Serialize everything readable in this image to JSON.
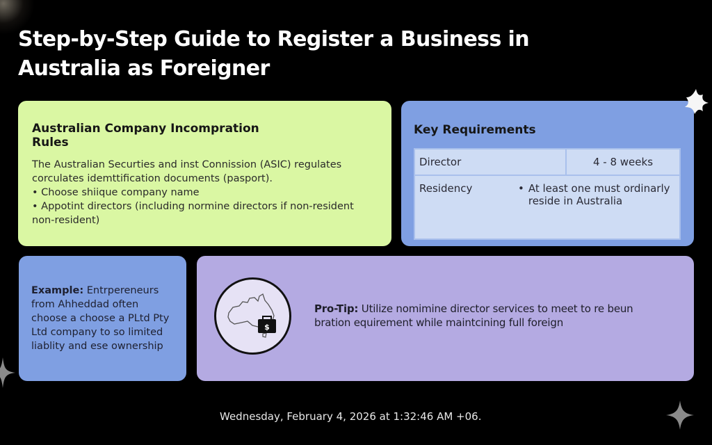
{
  "title": "Step-by-Step Guide to Register a Business in Australia as Foreigner",
  "rules_card": {
    "heading": "Australian Company Incompration Rules",
    "intro": "The Australian Securties and inst Connission (ASIC) regulates corculates idemttification documents (pasport).",
    "bullets": [
      "Choose shiique company name",
      "Appotint directors (including normine directors if non-resident non-resident)"
    ]
  },
  "requirements_card": {
    "heading": "Key Requirements",
    "rows": [
      {
        "label": "Director",
        "value": "4 - 8 weeks"
      },
      {
        "label": "Residency",
        "value": "At least one must ordinarly reside in Australia"
      }
    ]
  },
  "example_card": {
    "label": "Example:",
    "text": " Entrpereneurs from Ahheddad often choose a choose a PLtd Pty Ltd company to so limited liablity and ese ownership"
  },
  "tip_card": {
    "label": "Pro-Tip:",
    "text": " Utilize nomimine director services to meet to re beun bration equirement while maintcining full foreign",
    "icon": "australia-map-briefcase-dollar-icon"
  },
  "timestamp": "Wednesday, February 4, 2026 at 1:32:46 AM  +06.",
  "colors": {
    "background": "#000000",
    "rules_card": "#daf7a3",
    "requirements_card": "#7f9fe2",
    "example_card": "#7f9fe2",
    "tip_card": "#b4aae2",
    "table_cell": "#cedcf4"
  }
}
